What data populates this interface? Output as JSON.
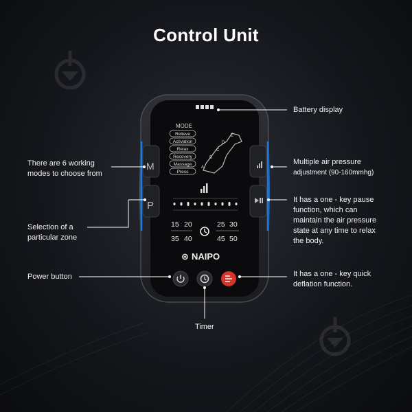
{
  "title": "Control Unit",
  "panel": {
    "mode_heading": "MODE",
    "modes": [
      "Relieve",
      "Activation",
      "Relax",
      "Recovery",
      "Massage",
      "Press"
    ],
    "zone_letters": [
      "A",
      "B",
      "C",
      "D",
      "E"
    ],
    "side_buttons": {
      "mode": "M",
      "zone": "P"
    },
    "timer_values_top": [
      "15",
      "20",
      "25",
      "30"
    ],
    "timer_values_bottom": [
      "35",
      "40",
      "45",
      "50"
    ],
    "brand": "NAIPO",
    "pressure_level_fraction": 0.5,
    "battery_level_fraction": 1.0
  },
  "callouts": {
    "battery": "Battery display",
    "modes_line1": "There are 6 working",
    "modes_line2": "modes to choose from",
    "pressure_line1": "Multiple air pressure",
    "pressure_line2": "adjustment (90-160mmhg)",
    "pause_line1": "It has a one - key pause",
    "pause_line2": "function, which can",
    "pause_line3": "maintain the air pressure",
    "pause_line4": "state at any time to relax",
    "pause_line5": "the body.",
    "zone_line1": "Selection of a",
    "zone_line2": "particular zone",
    "power": "Power button",
    "deflate_line1": "It has a one - key quick",
    "deflate_line2": "deflation function.",
    "timer": "Timer"
  },
  "colors": {
    "accent_blue": "#1f7be0",
    "deflate_red": "#d8342c",
    "text": "#ffffff"
  },
  "icons": {
    "watermark": "download-arrow-icon",
    "timer": "timer-icon",
    "power": "power-icon",
    "deflate": "deflate-icon",
    "pressure": "signal-bars-icon",
    "pause": "play-pause-icon",
    "battery": "battery-icon"
  }
}
